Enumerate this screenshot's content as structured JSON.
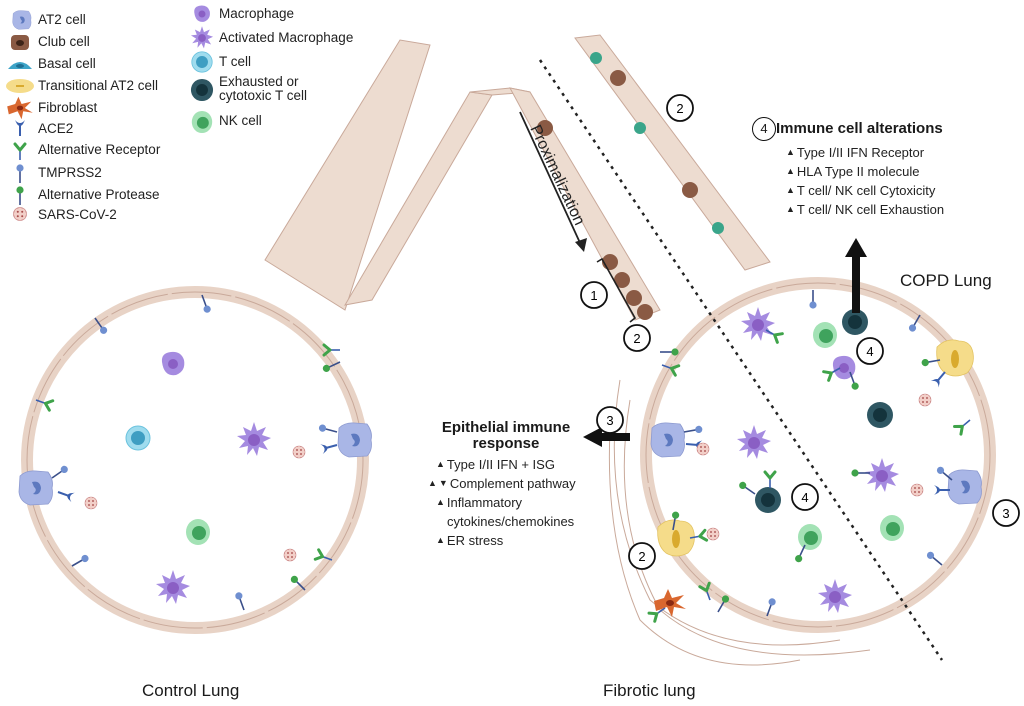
{
  "legend": {
    "left": [
      {
        "icon": "at2-cell",
        "label": "AT2 cell"
      },
      {
        "icon": "club-cell",
        "label": "Club cell"
      },
      {
        "icon": "basal-cell",
        "label": "Basal cell"
      },
      {
        "icon": "transitional-at2-cell",
        "label": "Transitional AT2 cell"
      },
      {
        "icon": "fibroblast",
        "label": "Fibroblast"
      },
      {
        "icon": "ace2-receptor",
        "label": "ACE2"
      },
      {
        "icon": "alternative-receptor",
        "label": "Alternative Receptor"
      },
      {
        "icon": "tmprss2",
        "label": "TMPRSS2"
      },
      {
        "icon": "alternative-protease",
        "label": "Alternative Protease"
      },
      {
        "icon": "sars-cov-2",
        "label": "SARS-CoV-2"
      }
    ],
    "right": [
      {
        "icon": "macrophage",
        "label": "Macrophage"
      },
      {
        "icon": "activated-macrophage",
        "label": "Activated Macrophage"
      },
      {
        "icon": "t-cell",
        "label": "T cell"
      },
      {
        "icon": "exhausted-t-cell",
        "label": "Exhausted or cytotoxic T cell",
        "line1": "Exhausted or",
        "line2": "cytotoxic T cell"
      },
      {
        "icon": "nk-cell",
        "label": "NK cell"
      }
    ]
  },
  "panels": {
    "control": "Control Lung",
    "fibrotic": "Fibrotic lung",
    "copd": "COPD Lung"
  },
  "proximalization": "Proximalization",
  "markers": {
    "m1": "1",
    "m2": "2",
    "m3": "3",
    "m4": "4"
  },
  "immune_alterations": {
    "number": "4",
    "title": "Immune cell alterations",
    "items": [
      {
        "dir": "up",
        "text": "Type I/II IFN Receptor"
      },
      {
        "dir": "up",
        "text": "HLA Type II molecule"
      },
      {
        "dir": "up",
        "text": "T cell/ NK cell Cytoxicity"
      },
      {
        "dir": "up",
        "text": "T cell/ NK cell Exhaustion"
      }
    ]
  },
  "epithelial_response": {
    "number": "3",
    "title_line1": "Epithelial  immune",
    "title_line2": "response",
    "items": [
      {
        "dir": "up",
        "text": "Type I/II IFN + ISG"
      },
      {
        "dir": "up-down",
        "text": "Complement pathway"
      },
      {
        "dir": "up",
        "text": "Inflammatory"
      },
      {
        "dir": "none",
        "text": "cytokines/chemokines"
      },
      {
        "dir": "up",
        "text": "ER stress"
      }
    ]
  },
  "arrow_glyphs": {
    "up": "▲",
    "down": "▼"
  },
  "colors": {
    "epithelium": "#eddcd0",
    "epithelium_stroke": "#c9a99a",
    "club": "#8a5a44",
    "basal": "#3ea4c8",
    "at2": "#a9b6e6",
    "transitional": "#f5dc8a",
    "fibroblast": "#d9672f",
    "macrophage": "#a58be0",
    "t_cell": "#7fcde6",
    "exhausted_t": "#2f5763",
    "nk": "#7fd49a",
    "ace2": "#3a5fae",
    "alt_receptor": "#3fa34a",
    "tmprss2": "#6f8fd0",
    "alt_protease": "#3fa34a",
    "virus": "#e8b8b0"
  }
}
